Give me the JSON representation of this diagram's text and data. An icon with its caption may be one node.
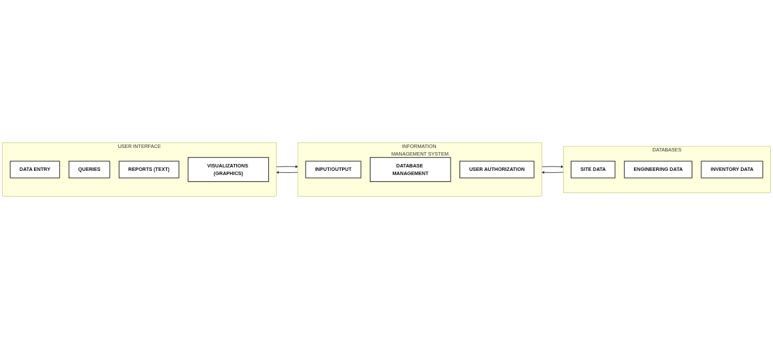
{
  "diagram": {
    "nodes": [
      {
        "text": [
          "DATABASES"
        ]
      },
      {
        "text": [
          "SITE DATA"
        ],
        "in": 0
      },
      {
        "text": [
          "ENGINEERING DATA"
        ],
        "in": 0
      },
      {
        "text": [
          "INVENTORY DATA"
        ],
        "in": 0
      },
      {
        "text": [
          "INFORMATION MANAGEMENT SYSTEM"
        ]
      },
      {
        "text": [
          "INPUT/OUTPUT"
        ],
        "in": 4
      },
      {
        "text": [
          "DATABASE MANAGEMENT"
        ],
        "in": 4
      },
      {
        "text": [
          "USER AUTHORIZATION"
        ],
        "in": 4
      },
      {
        "text": [
          "USER INTERFACE"
        ]
      },
      {
        "text": [
          "DATA ENTRY"
        ],
        "in": 8
      },
      {
        "text": [
          "QUERIES"
        ],
        "in": 8
      },
      {
        "text": [
          "REPORTS (TEXT)"
        ],
        "in": 8
      },
      {
        "text": [
          "VISUALIZATIONS (GRAPHICS)"
        ],
        "in": 8
      }
    ],
    "edges": [
      {
        "from": 4,
        "to": 0,
        "arrow": "to"
      },
      {
        "from": 0,
        "to": 4,
        "arrow": "to"
      },
      {
        "from": 4,
        "to": 8,
        "arrow": "to"
      },
      {
        "from": 8,
        "to": 4,
        "arrow": "to"
      }
    ]
  }
}
